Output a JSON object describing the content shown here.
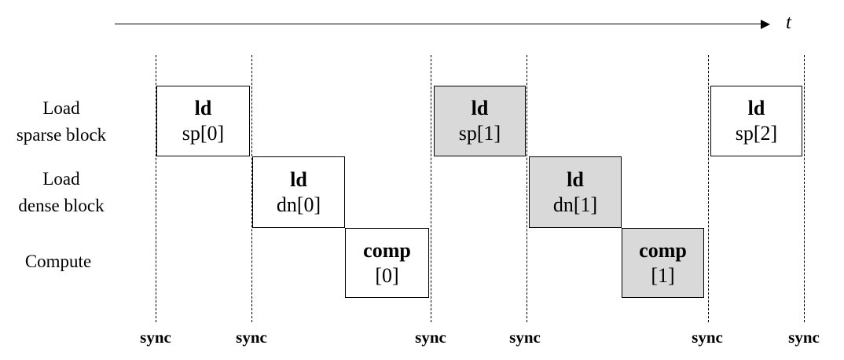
{
  "axis": {
    "label": "t"
  },
  "rows": [
    {
      "line1": "Load",
      "line2": "sparse block"
    },
    {
      "line1": "Load",
      "line2": "dense block"
    },
    {
      "line1": "Compute"
    }
  ],
  "sync_labels": [
    "sync",
    "sync",
    "sync",
    "sync",
    "sync",
    "sync"
  ],
  "ops": [
    {
      "name": "ld",
      "arg": "sp[0]",
      "row": "Load sparse block",
      "fill": "#ffffff"
    },
    {
      "name": "ld",
      "arg": "dn[0]",
      "row": "Load dense block",
      "fill": "#ffffff"
    },
    {
      "name": "comp",
      "arg": "[0]",
      "row": "Compute",
      "fill": "#ffffff"
    },
    {
      "name": "ld",
      "arg": "sp[1]",
      "row": "Load sparse block",
      "fill": "#d9d9d9"
    },
    {
      "name": "ld",
      "arg": "dn[1]",
      "row": "Load dense block",
      "fill": "#d9d9d9"
    },
    {
      "name": "comp",
      "arg": "[1]",
      "row": "Compute",
      "fill": "#d9d9d9"
    },
    {
      "name": "ld",
      "arg": "sp[2]",
      "row": "Load sparse block",
      "fill": "#ffffff"
    }
  ]
}
